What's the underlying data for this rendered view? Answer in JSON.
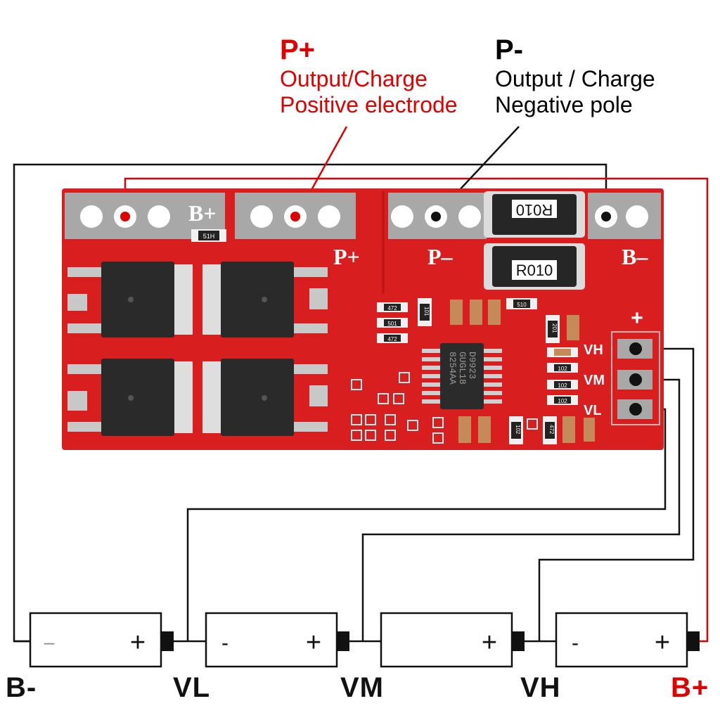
{
  "callouts": {
    "p_plus": {
      "title": "P+",
      "line1": "Output/Charge",
      "line2": "Positive electrode"
    },
    "p_minus": {
      "title": "P-",
      "line1": "Output / Charge",
      "line2": "Negative pole"
    }
  },
  "board": {
    "pad_labels": {
      "b_plus": "B+",
      "p_plus": "P+",
      "p_minus": "P–",
      "b_minus": "B–"
    },
    "resistor_markings": [
      "R010",
      "R010"
    ],
    "chip_lines": [
      "8254AA",
      "GUGL18",
      "D9923"
    ],
    "balance_header": {
      "plus": "+",
      "vh": "VH",
      "vm": "VM",
      "vl": "VL"
    },
    "smd_codes": [
      "51H",
      "472",
      "501",
      "472",
      "101",
      "510",
      "201",
      "102",
      "102",
      "102",
      "102",
      "472"
    ]
  },
  "batteries": [
    {
      "minus": "–",
      "plus": "+"
    },
    {
      "minus": "-",
      "plus": "+"
    },
    {
      "minus": "",
      "plus": "+"
    },
    {
      "minus": "-",
      "plus": "+"
    }
  ],
  "bottom_labels": {
    "b_minus": "B-",
    "vl": "VL",
    "vm": "VM",
    "vh": "VH",
    "b_plus": "B+"
  },
  "colors": {
    "board": "#d81e1e",
    "positive_wire": "#e00000",
    "negative_wire": "#111111",
    "pad": "#a8a8a8"
  }
}
